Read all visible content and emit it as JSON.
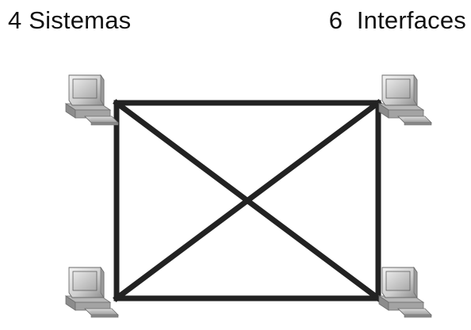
{
  "header": {
    "systems_label": "4 Sistemas",
    "interfaces_label": "6  Interfaces"
  },
  "diagram": {
    "nodes": [
      {
        "id": "computer-top-left",
        "icon": "desktop-computer-icon"
      },
      {
        "id": "computer-top-right",
        "icon": "desktop-computer-icon"
      },
      {
        "id": "computer-bottom-left",
        "icon": "desktop-computer-icon"
      },
      {
        "id": "computer-bottom-right",
        "icon": "desktop-computer-icon"
      }
    ],
    "links": [
      {
        "from": "computer-top-left",
        "to": "computer-top-right"
      },
      {
        "from": "computer-bottom-left",
        "to": "computer-bottom-right"
      },
      {
        "from": "computer-top-left",
        "to": "computer-bottom-left"
      },
      {
        "from": "computer-top-right",
        "to": "computer-bottom-right"
      },
      {
        "from": "computer-top-left",
        "to": "computer-bottom-right"
      },
      {
        "from": "computer-top-right",
        "to": "computer-bottom-left"
      }
    ],
    "line_color": "#222222"
  }
}
